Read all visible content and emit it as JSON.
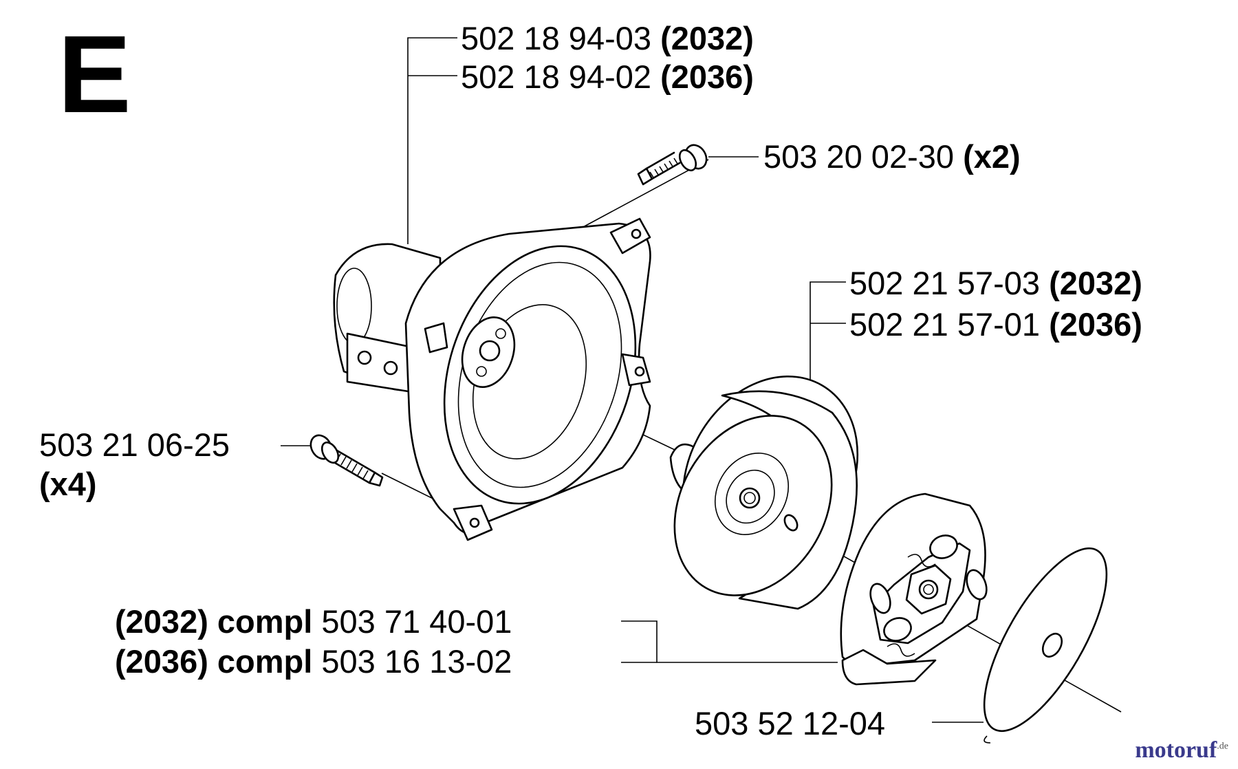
{
  "section_letter": "E",
  "labels": {
    "housing_2032": {
      "part": "502 18 94-03",
      "model": "(2032)"
    },
    "housing_2036": {
      "part": "502 18 94-02",
      "model": "(2036)"
    },
    "screw_top": {
      "part": "503 20 02-30",
      "qty": "(x2)"
    },
    "drum_2032": {
      "part": "502 21 57-03",
      "model": "(2032)"
    },
    "drum_2036": {
      "part": "502 21 57-01",
      "model": "(2036)"
    },
    "screw_left": {
      "part": "503 21 06-25",
      "qty": "(x4)"
    },
    "clutch_2032": {
      "model": "(2032)",
      "compl": "compl",
      "part": "503 71 40-01"
    },
    "clutch_2036": {
      "model": "(2036)",
      "compl": "compl",
      "part": "503 16 13-02"
    },
    "washer": {
      "part": "503 52 12-04"
    }
  },
  "watermark": {
    "brand": "motoruf",
    "tld": ".de"
  }
}
